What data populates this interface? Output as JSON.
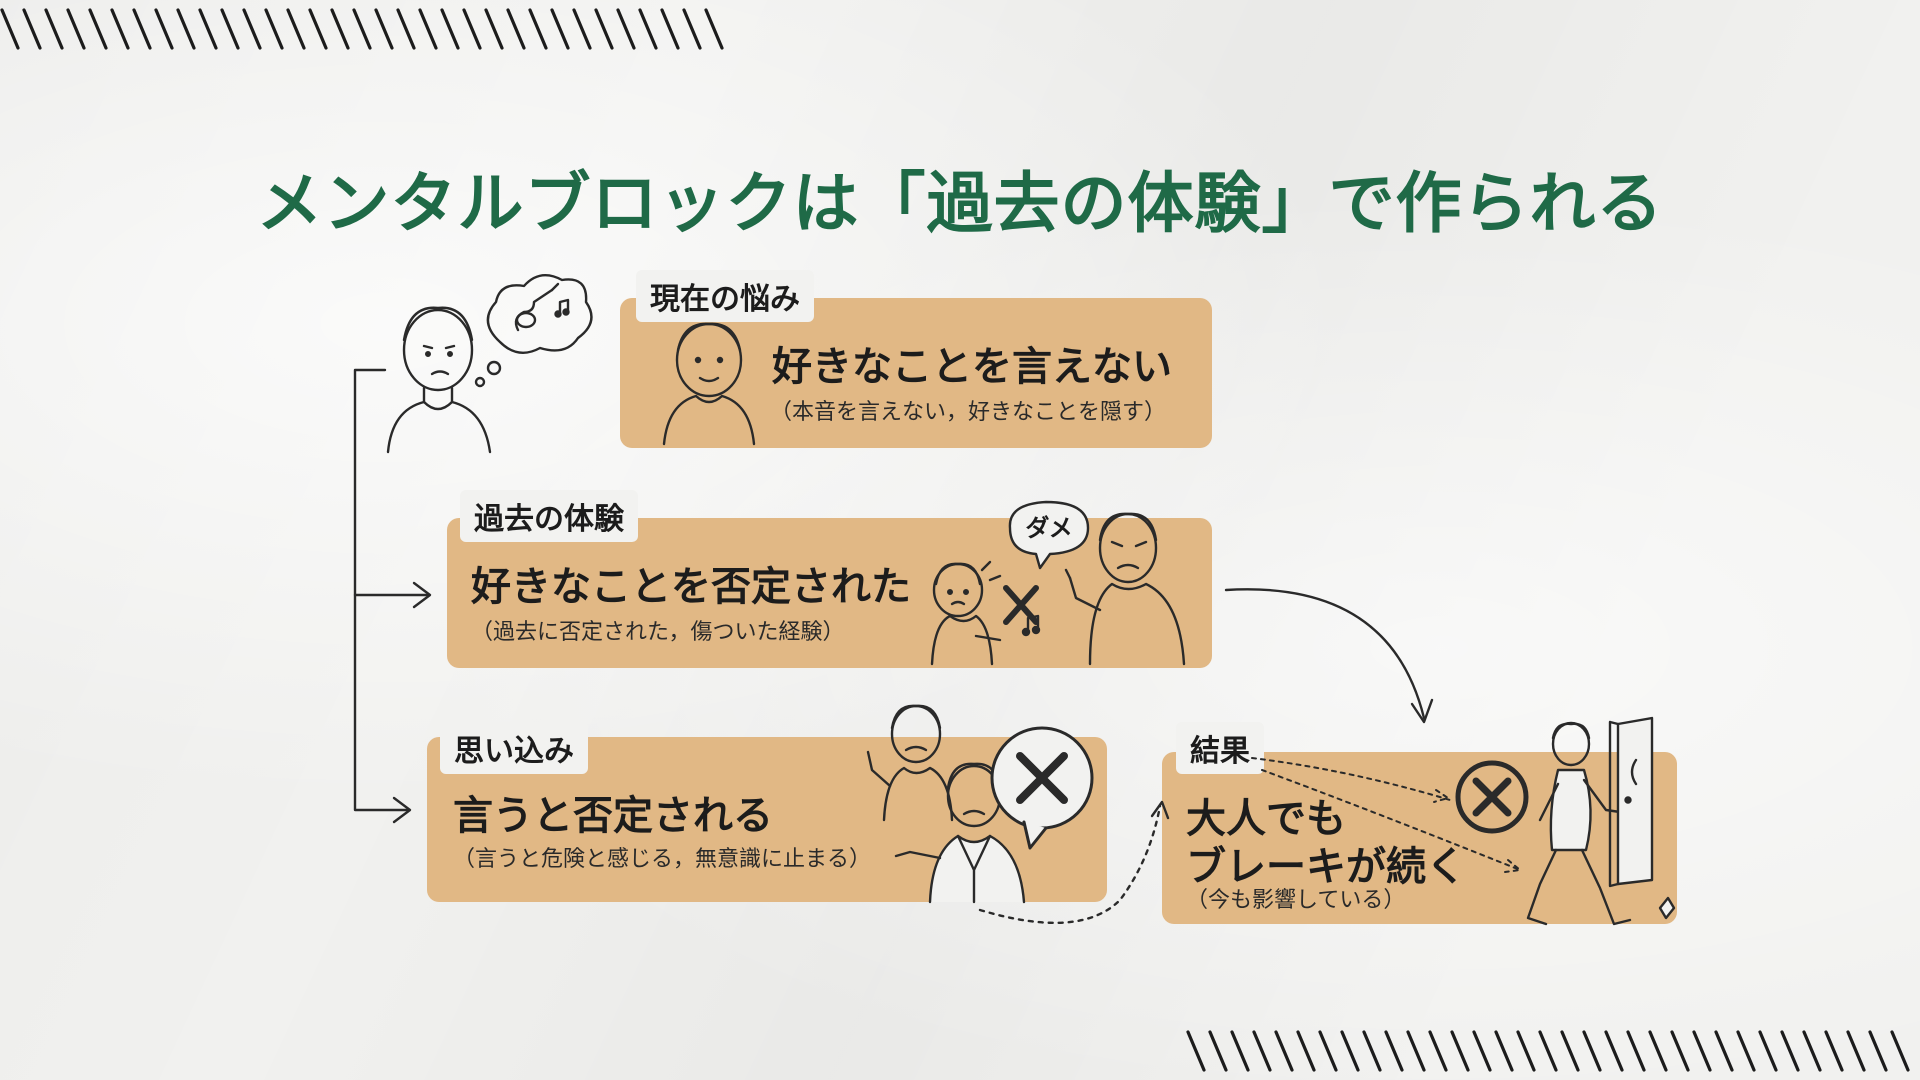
{
  "title": "メンタルブロックは「過去の体験」で作られる",
  "current": {
    "tag": "現在の悩み",
    "main": "好きなことを言えない",
    "sub": "（本音を言えない，好きなことを隠す）"
  },
  "past": {
    "tag": "過去の体験",
    "main": "好きなことを否定された",
    "sub": "（過去に否定された，傷ついた経験）",
    "speech": "ダメ"
  },
  "belief": {
    "tag": "思い込み",
    "main": "言うと否定される",
    "sub": "（言うと危険と感じる，無意識に止まる）"
  },
  "result": {
    "tag": "結果",
    "main_line1": "大人でも",
    "main_line2": "ブレーキが続く",
    "sub": "（今も影響している）"
  },
  "colors": {
    "title": "#1f6a47",
    "box": "#e1b885",
    "ink": "#1c1c1c",
    "background": "#f2f2f0"
  },
  "icons": [
    "thinking-person-icon",
    "guitar-thought-bubble-icon",
    "smiling-person-icon",
    "scolding-adult-icon",
    "crying-child-icon",
    "cross-mark-icon",
    "walking-person-icon",
    "door-icon"
  ]
}
